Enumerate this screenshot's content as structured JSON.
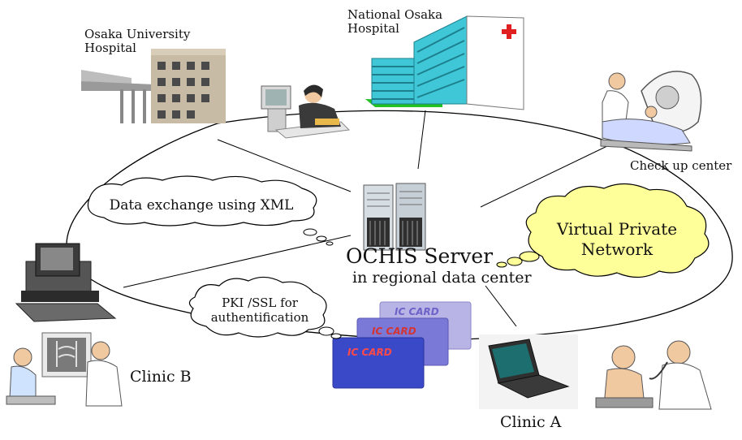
{
  "nodes": {
    "osaka_university_hospital": "Osaka University\nHospital",
    "national_osaka_hospital": "National Osaka\nHospital",
    "check_up_center": "Check up center",
    "clinic_a": "Clinic A",
    "clinic_b": "Clinic B",
    "server_title": "OCHIS Server",
    "server_subtitle": "in regional data center"
  },
  "clouds": {
    "data_exchange": "Data exchange using XML",
    "vpn": "Virtual Private\nNetwork",
    "pki": "PKI /SSL for\nauthentification"
  },
  "ic_cards": [
    "IC CARD",
    "IC CARD",
    "IC CARD"
  ],
  "colors": {
    "vpn_cloud": "#ffff99",
    "cross": "#e02020",
    "ic_card": "#3a49c8",
    "hospital_glass": "#3fc7d8"
  }
}
